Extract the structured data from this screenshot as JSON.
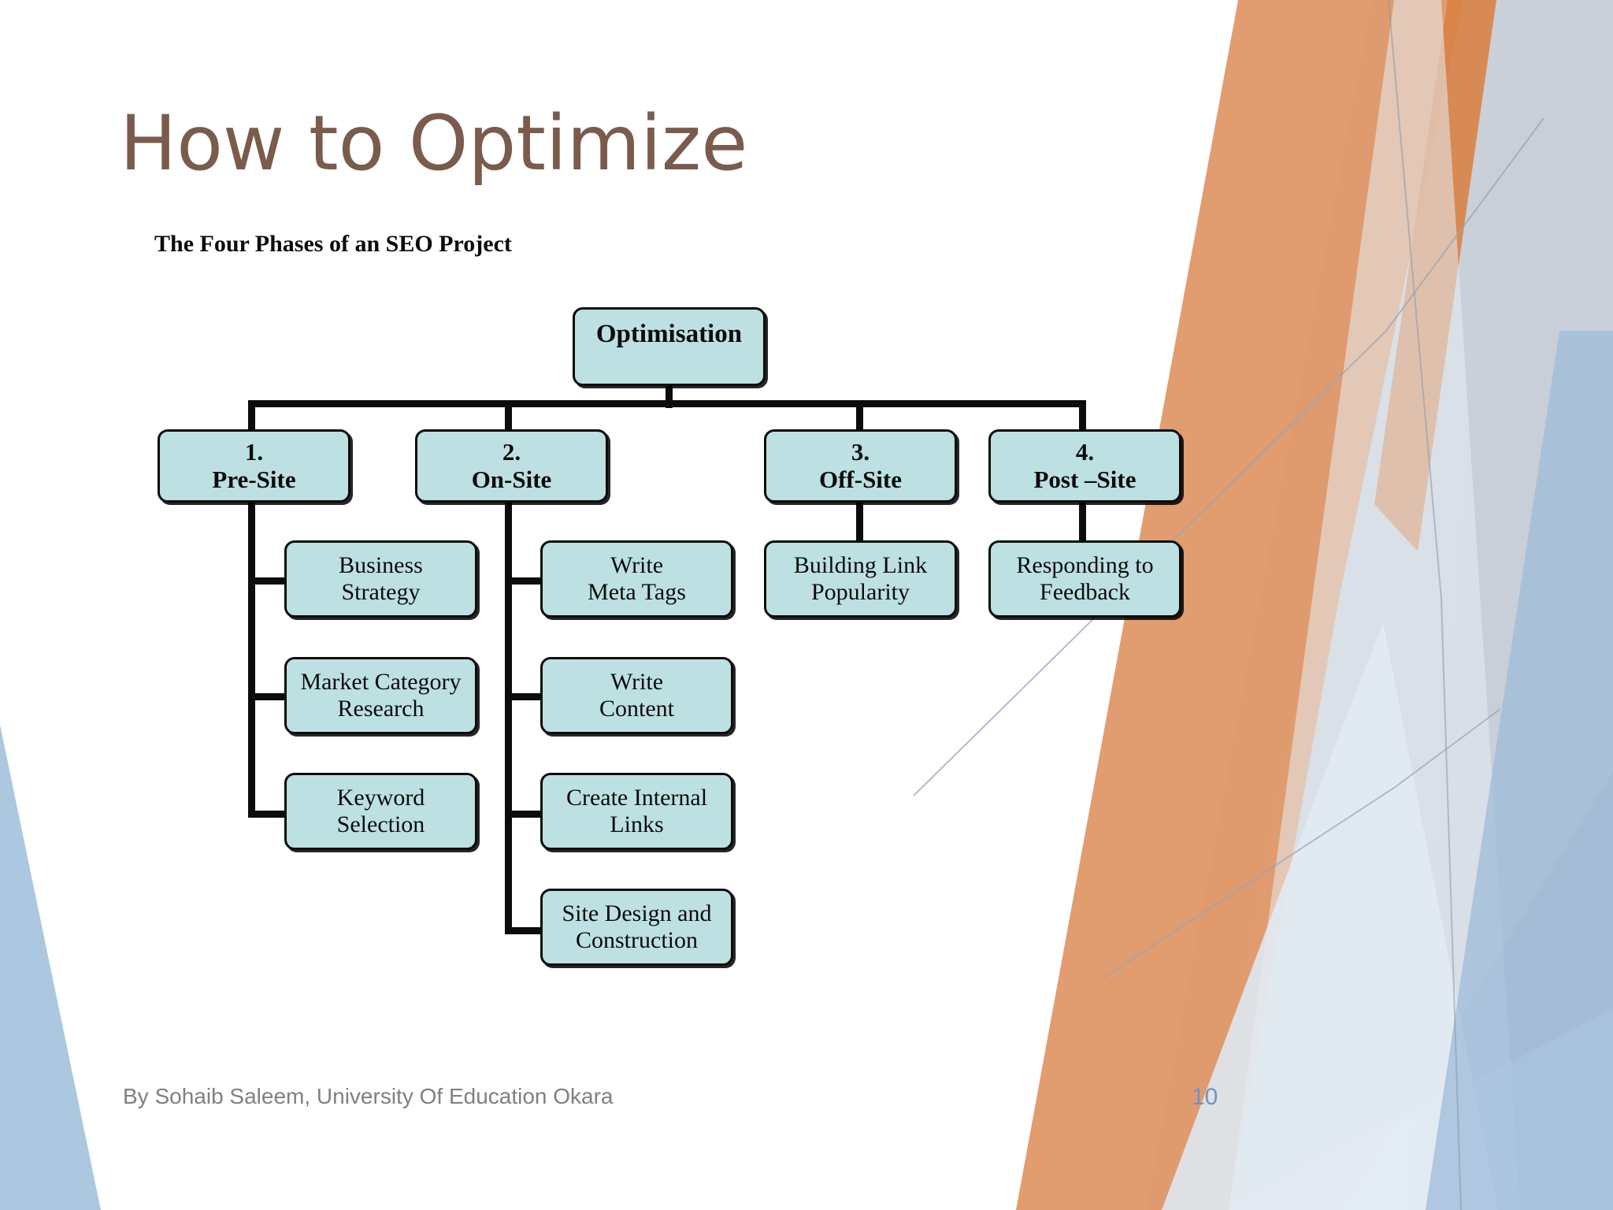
{
  "slide": {
    "title": "How to Optimize",
    "footer_credit": "By Sohaib Saleem, University Of Education Okara",
    "page_number": "10",
    "title_color": "#7a5b4c",
    "page_number_color": "#6f93c1",
    "footer_color": "#808080",
    "node_fill": "#bde0e2",
    "node_border": "#0c0c0c",
    "accent_orange": "#e09a6a",
    "accent_gray": "#b7bcc6",
    "accent_blue": "#a8c4de"
  },
  "diagram": {
    "caption": "The Four Phases of an SEO Project",
    "root": {
      "label": "Optimisation"
    },
    "phases": [
      {
        "number": "1.",
        "name": "Pre-Site",
        "children": [
          {
            "line1": "Business",
            "line2": "Strategy"
          },
          {
            "line1": "Market Category",
            "line2": "Research"
          },
          {
            "line1": "Keyword",
            "line2": "Selection"
          }
        ]
      },
      {
        "number": "2.",
        "name": "On-Site",
        "children": [
          {
            "line1": "Write",
            "line2": "Meta Tags"
          },
          {
            "line1": "Write",
            "line2": "Content"
          },
          {
            "line1": "Create Internal",
            "line2": "Links"
          },
          {
            "line1": "Site Design and",
            "line2": "Construction"
          }
        ]
      },
      {
        "number": "3.",
        "name": "Off-Site",
        "children": [
          {
            "line1": "Building Link",
            "line2": "Popularity"
          }
        ]
      },
      {
        "number": "4.",
        "name": "Post –Site",
        "children": [
          {
            "line1": "Responding to",
            "line2": "Feedback"
          }
        ]
      }
    ]
  }
}
